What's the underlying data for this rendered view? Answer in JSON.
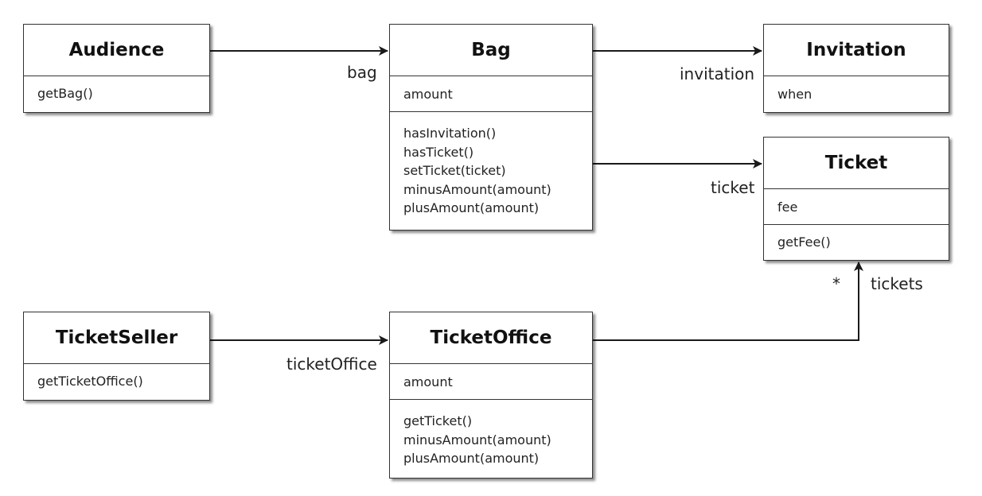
{
  "classes": {
    "audience": {
      "name": "Audience",
      "operations": [
        "getBag()"
      ]
    },
    "bag": {
      "name": "Bag",
      "attributes": [
        "amount"
      ],
      "operations": [
        "hasInvitation()",
        "hasTicket()",
        "setTicket(ticket)",
        "minusAmount(amount)",
        "plusAmount(amount)"
      ]
    },
    "invitation": {
      "name": "Invitation",
      "attributes": [
        "when"
      ]
    },
    "ticket": {
      "name": "Ticket",
      "attributes": [
        "fee"
      ],
      "operations": [
        "getFee()"
      ]
    },
    "ticketseller": {
      "name": "TicketSeller",
      "operations": [
        "getTicketOffice()"
      ]
    },
    "ticketoffice": {
      "name": "TicketOffice",
      "attributes": [
        "amount"
      ],
      "operations": [
        "getTicket()",
        "minusAmount(amount)",
        "plusAmount(amount)"
      ]
    }
  },
  "associations": {
    "audience_bag": {
      "role": "bag"
    },
    "bag_invitation": {
      "role": "invitation"
    },
    "bag_ticket": {
      "role": "ticket"
    },
    "ticketseller_ticketoffice": {
      "role": "ticketOffice"
    },
    "ticketoffice_ticket": {
      "role": "tickets",
      "multiplicity": "*"
    }
  }
}
